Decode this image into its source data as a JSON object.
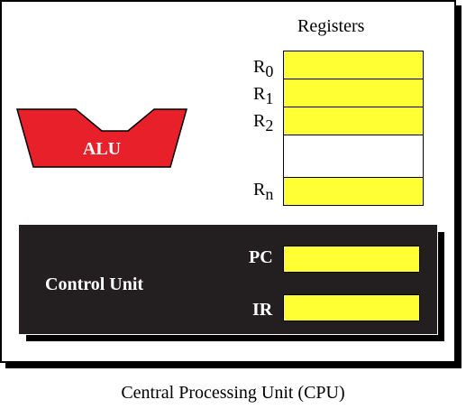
{
  "colors": {
    "register_fill": "#ffff33",
    "alu_fill": "#e8202a",
    "control_unit_fill": "#231f20",
    "empty_register_fill": "#ffffff"
  },
  "registers": {
    "title": "Registers",
    "items": [
      {
        "base": "R",
        "sub": "0",
        "filled": true
      },
      {
        "base": "R",
        "sub": "1",
        "filled": true
      },
      {
        "base": "R",
        "sub": "2",
        "filled": true
      },
      {
        "base": "",
        "sub": "",
        "filled": false
      },
      {
        "base": "R",
        "sub": "n",
        "filled": true
      }
    ]
  },
  "alu": {
    "label": "ALU"
  },
  "control_unit": {
    "label": "Control Unit",
    "pc_label": "PC",
    "ir_label": "IR"
  },
  "caption": "Central Processing Unit (CPU)"
}
